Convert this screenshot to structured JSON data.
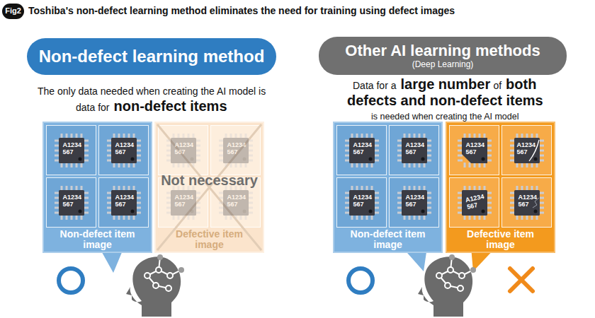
{
  "diagram": {
    "title": "Toshiba's non-defect learning method eliminates the need for training using defect images",
    "nodes": [
      {
        "text": [
          "Non-defect learning method"
        ]
      },
      {
        "text": [
          "Non-defect item image"
        ]
      },
      {
        "text": [
          "A1234 567"
        ],
        "in": 1
      },
      {
        "text": [
          "A1234 567"
        ],
        "in": 1
      },
      {
        "text": [
          "A1234 567"
        ],
        "in": 1
      },
      {
        "text": [
          "A1234 567"
        ],
        "in": 1
      },
      {
        "text": [
          "Defective item image"
        ]
      },
      {
        "text": [
          "A1234 567"
        ],
        "in": 6
      },
      {
        "text": [
          "A1234 567"
        ],
        "in": 6
      },
      {
        "text": [
          "A1234 567"
        ],
        "in": 6
      },
      {
        "text": [
          "A1234 567"
        ],
        "in": 6
      },
      {
        "text": [
          "Other AI learning methods",
          "(Deep Learning)"
        ]
      },
      {
        "text": [
          "Non-defect item image"
        ]
      },
      {
        "text": [
          "A1234 567"
        ],
        "in": 12
      },
      {
        "text": [
          "A1234 567"
        ],
        "in": 12
      },
      {
        "text": [
          "A1234 567"
        ],
        "in": 12
      },
      {
        "text": [
          "A1234 567"
        ],
        "in": 12
      },
      {
        "text": [
          "Defective item image"
        ]
      },
      {
        "text": [
          "A1234 567"
        ],
        "in": 17
      },
      {
        "text": [
          "A1234 567"
        ],
        "in": 17
      },
      {
        "text": [
          "A1234 567"
        ],
        "in": 17
      },
      {
        "text": [
          "A1234 567"
        ],
        "in": 17
      }
    ],
    "labels": [
      "Fig2",
      "The only data needed when creating the AI model is",
      "data for",
      "non-defect items",
      "Not necessary",
      "Data for a",
      "large number",
      "of",
      "both",
      "defects and non-defect items",
      "is needed when creating the AI model"
    ]
  }
}
